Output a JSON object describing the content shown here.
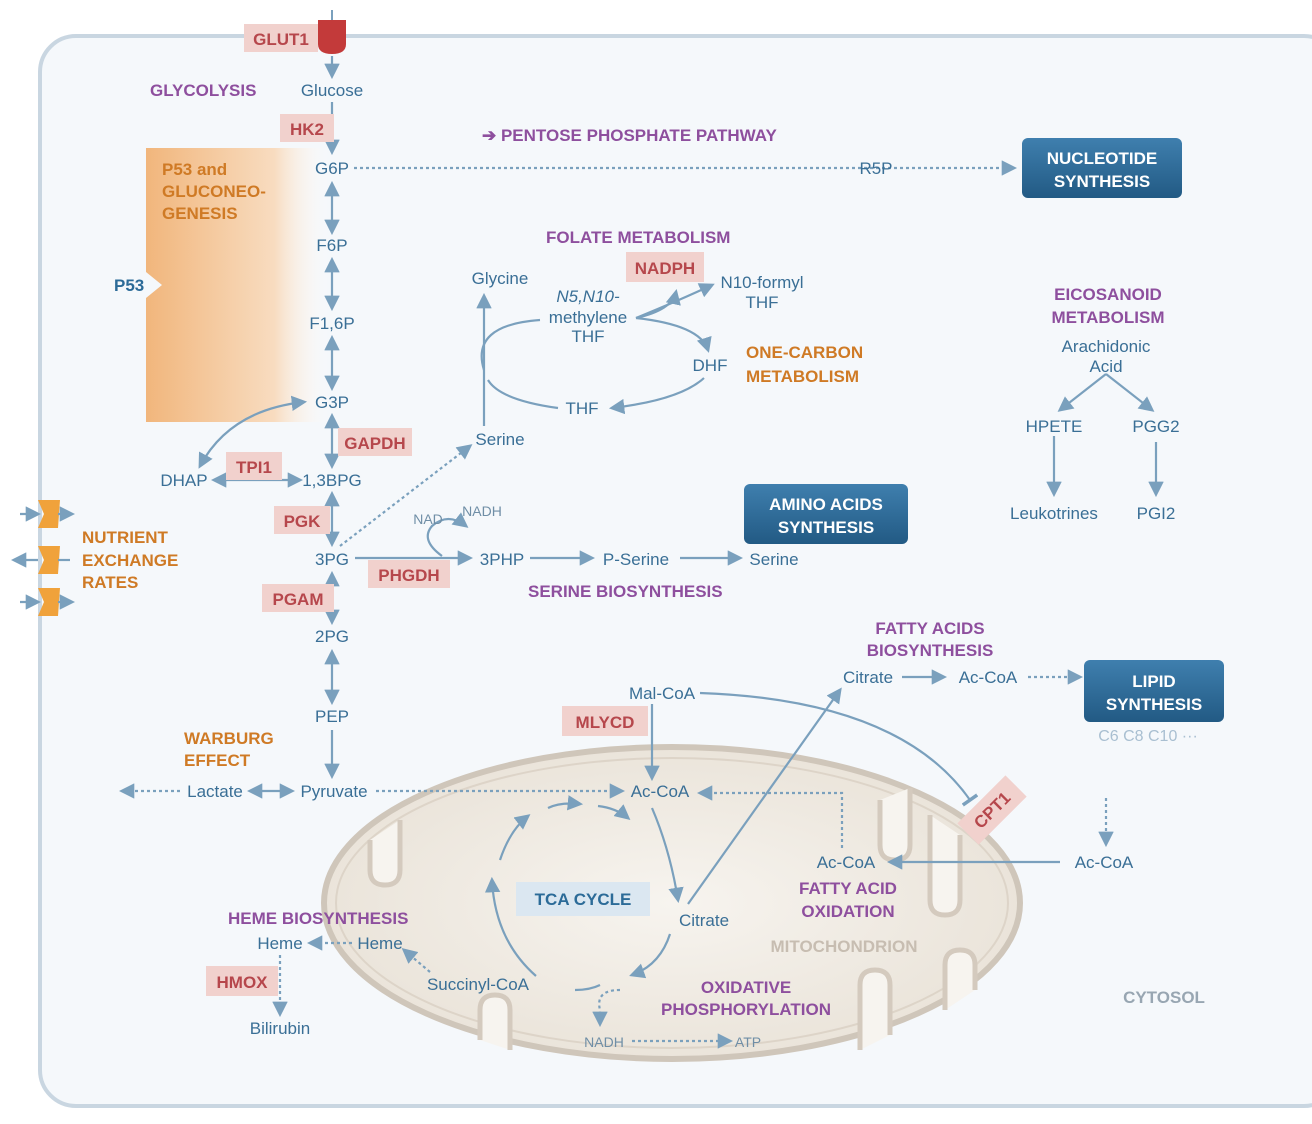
{
  "transporter": {
    "label": "GLUT1"
  },
  "sections": {
    "glycolysis": "GLYCOLYSIS",
    "pentose": "➔ PENTOSE PHOSPHATE PATHWAY",
    "folate": "FOLATE METABOLISM",
    "one_carbon": [
      "ONE-CARBON",
      "METABOLISM"
    ],
    "eicosanoid": [
      "EICOSANOID",
      "METABOLISM"
    ],
    "serine_bio": "SERINE BIOSYNTHESIS",
    "fatty_bio": [
      "FATTY ACIDS",
      "BIOSYNTHESIS"
    ],
    "warburg": [
      "WARBURG",
      "EFFECT"
    ],
    "heme": "HEME BIOSYNTHESIS",
    "fatty_ox": [
      "FATTY ACID",
      "OXIDATION"
    ],
    "oxphos": [
      "OXIDATIVE",
      "PHOSPHORYLATION"
    ],
    "nutrient": [
      "NUTRIENT",
      "EXCHANGE",
      "RATES"
    ],
    "p53_gluco": [
      "P53 and",
      "GLUCONEO-",
      "GENESIS"
    ],
    "p53": "P53"
  },
  "metabolites": {
    "glucose": "Glucose",
    "g6p": "G6P",
    "f6p": "F6P",
    "f16p": "F1,6P",
    "g3p": "G3P",
    "bpg": "1,3BPG",
    "dhap": "DHAP",
    "pg3": "3PG",
    "pg2": "2PG",
    "pep": "PEP",
    "pyruvate": "Pyruvate",
    "lactate": "Lactate",
    "r5p": "R5P",
    "glycine": "Glycine",
    "serine_folate": "Serine",
    "methylene": [
      "N5,N10-",
      "methylene",
      "THF"
    ],
    "formyl": [
      "N10-formyl",
      "THF"
    ],
    "dhf": "DHF",
    "thf": "THF",
    "nad": "NAD",
    "nadh": "NADH",
    "php3": "3PHP",
    "pserine": "P-Serine",
    "serine": "Serine",
    "arachidonic": [
      "Arachidonic",
      "Acid"
    ],
    "hpete": "HPETE",
    "pgg2": "PGG2",
    "leukotrines": "Leukotrines",
    "pgi2": "PGI2",
    "malcoa": "Mal-CoA",
    "citrate_cyto": "Citrate",
    "accoa_cyto": "Ac-CoA",
    "accoa_mito": "Ac-CoA",
    "citrate_mito": "Citrate",
    "succinyl": "Succinyl-CoA",
    "heme_mito": "Heme",
    "heme_cyto": "Heme",
    "bilirubin": "Bilirubin",
    "accoa_fao": "Ac-CoA",
    "accoa_right": "Ac-CoA",
    "nadh_mito": "NADH",
    "atp": "ATP",
    "lipid_chain": "C6  C8  C10  ···"
  },
  "enzymes": {
    "hk2": "HK2",
    "gapdh": "GAPDH",
    "tpi1": "TPI1",
    "pgk": "PGK",
    "phgdh": "PHGDH",
    "pgam": "PGAM",
    "nadph": "NADPH",
    "mlycd": "MLYCD",
    "hmox": "HMOX",
    "cpt1": "CPT1"
  },
  "outputs": {
    "nucleotide": [
      "NUCLEOTIDE",
      "SYNTHESIS"
    ],
    "amino": [
      "AMINO ACIDS",
      "SYNTHESIS"
    ],
    "lipid": [
      "LIPID",
      "SYNTHESIS"
    ],
    "tca": "TCA CYCLE"
  },
  "compartments": {
    "mito": "MITOCHONDRION",
    "cytosol": "CYTOSOL"
  },
  "colors": {
    "metabolite": "#3a6f96",
    "enzyme_text": "#b6474c",
    "enzyme_bg": "#f1d1cd",
    "pathway_purple": "#8e4f9e",
    "pathway_orange": "#cf7a25",
    "output_box": "#2e6b98",
    "arrow": "#7aa0bd",
    "cell_bg": "#f5f8fb"
  }
}
